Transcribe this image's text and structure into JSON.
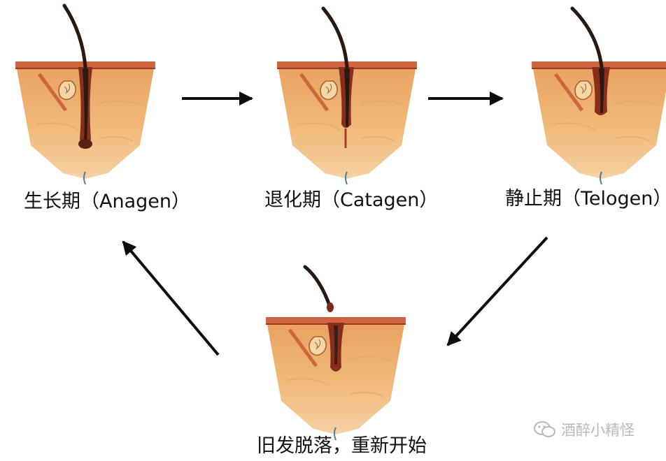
{
  "stages": [
    {
      "id": "anagen",
      "label": "生长期（Anagen）"
    },
    {
      "id": "catagen",
      "label": "退化期（Catagen）"
    },
    {
      "id": "telogen",
      "label": "静止期（Telogen）"
    },
    {
      "id": "shedding",
      "label": "旧发脱落，重新开始"
    }
  ],
  "watermark": {
    "text": "酒醉小精怪",
    "icon": "wechat-icon"
  },
  "colors": {
    "skin_top": "#e8a060",
    "skin_mid": "#f0b878",
    "skin_bottom": "#f6d2a4",
    "epidermis": "#b64a30",
    "hair": "#2a1812",
    "follicle": "#8a2e1c",
    "arrow": "#0d0d0d",
    "nerve": "#4a7fa8"
  }
}
